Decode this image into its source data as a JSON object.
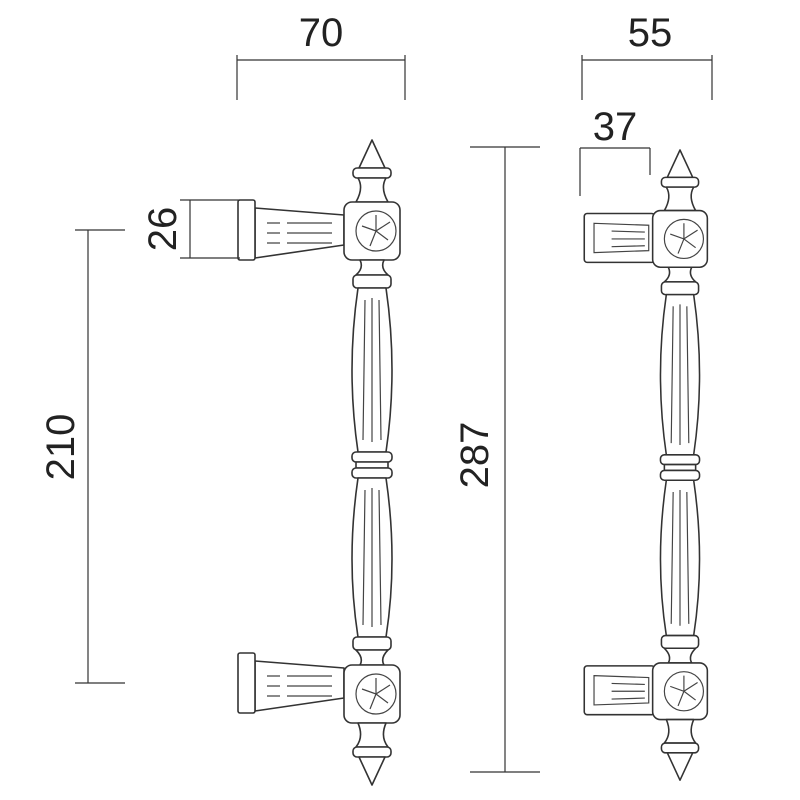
{
  "drawing": {
    "units": "",
    "dimensions": {
      "overall_depth_front": "70",
      "overall_depth_side": "55",
      "bracket_depth": "37",
      "bracket_height": "26",
      "center_to_center": "210",
      "overall_length": "287"
    },
    "colors": {
      "line": "#333333",
      "background": "#ffffff"
    }
  }
}
